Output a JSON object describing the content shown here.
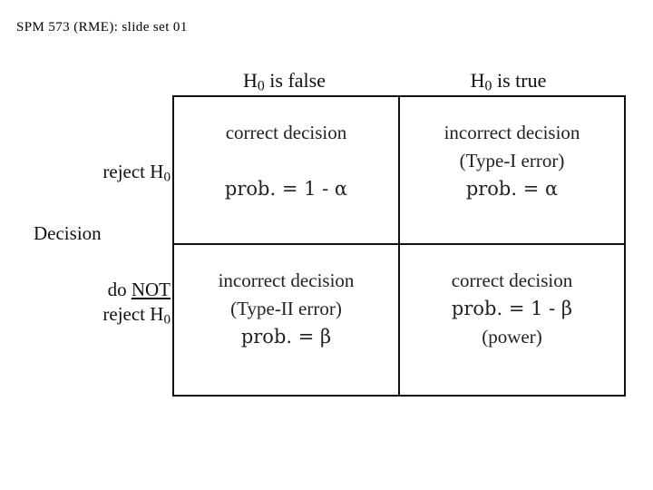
{
  "slide": {
    "title": "SPM 573 (RME): slide set 01"
  },
  "figure": {
    "axis_label_rows": "Decision",
    "column_headers": [
      {
        "id": "h0-false",
        "text": "H0 is false",
        "base": "H",
        "sub": "0",
        "rest": " is false"
      },
      {
        "id": "h0-true",
        "text": "H0 is true",
        "base": "H",
        "sub": "0",
        "rest": " is true"
      }
    ],
    "row_labels": [
      {
        "id": "reject-h0",
        "text": "reject H0",
        "lines": [
          {
            "pre": "reject H",
            "sub": "0",
            "post": ""
          }
        ]
      },
      {
        "id": "do-not-reject-h0",
        "text": "do NOT reject H0",
        "lines": [
          {
            "pre": "do ",
            "underlined": "NOT",
            "post": ""
          },
          {
            "pre": "reject H",
            "sub": "0",
            "post": ""
          }
        ]
      }
    ],
    "cells": [
      {
        "id": "reject-h0-false",
        "row": "reject H0",
        "column": "H0 is false",
        "lines": [
          "correct decision",
          "",
          "prob. = 1 - α"
        ],
        "outcome": "correct decision",
        "probability": "prob. = 1 - α"
      },
      {
        "id": "reject-h0-true",
        "row": "reject H0",
        "column": "H0 is true",
        "lines": [
          "incorrect decision",
          "(Type-I error)",
          "prob. = α"
        ],
        "outcome": "incorrect decision",
        "error_type": "(Type-I error)",
        "probability": "prob. = α"
      },
      {
        "id": "do-not-reject-h0-false",
        "row": "do NOT reject H0",
        "column": "H0 is false",
        "lines": [
          "incorrect decision",
          "(Type-II error)",
          "prob. = β"
        ],
        "outcome": "incorrect decision",
        "error_type": "(Type-II error)",
        "probability": "prob. = β"
      },
      {
        "id": "do-not-reject-h0-true",
        "row": "do NOT reject H0",
        "column": "H0 is true",
        "lines": [
          "correct decision",
          "prob. = 1 - β",
          "(power)"
        ],
        "outcome": "correct decision",
        "probability": "prob. = 1 - β",
        "note": "(power)"
      }
    ]
  },
  "colors": {
    "background": "#ffffff",
    "text": "#000000",
    "cell_text": "#222222",
    "border": "#111111"
  }
}
